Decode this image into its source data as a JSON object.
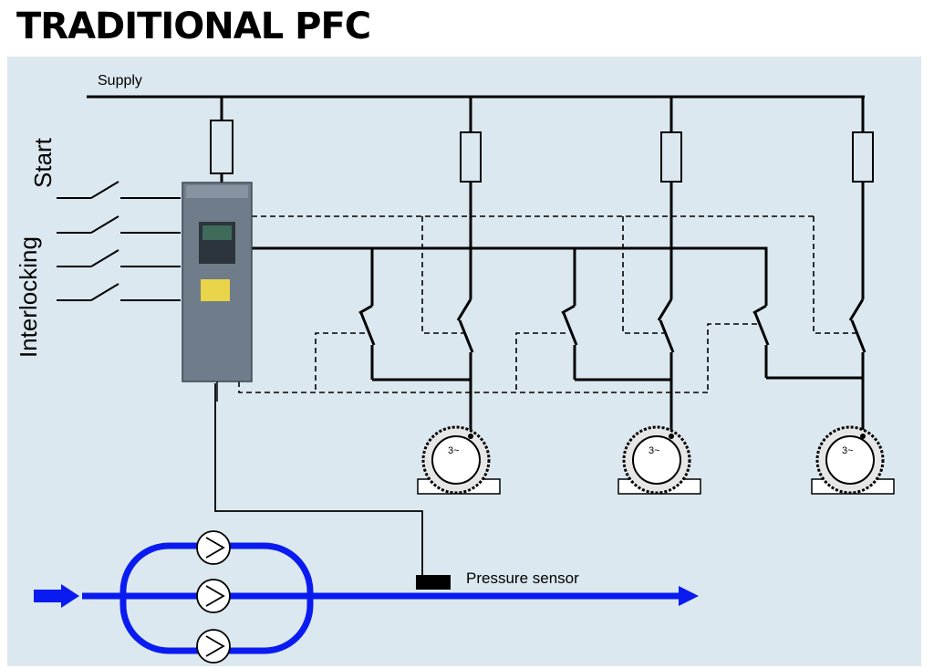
{
  "title": "TRADITIONAL PFC",
  "labels": {
    "supply": "Supply",
    "start": "Start",
    "interlocking": "Interlocking",
    "pressure_sensor": "Pressure sensor",
    "motor_symbol": "3~"
  },
  "colors": {
    "panel_bg": "#dbe8ef",
    "pipe": "#0a1bf0",
    "wire": "#000000",
    "drive_body": "#6f7c8a"
  },
  "icons": [
    "fuse-icon",
    "switch-icon",
    "motor-icon",
    "pump-icon",
    "frequency-drive-icon",
    "flow-arrow-icon"
  ]
}
